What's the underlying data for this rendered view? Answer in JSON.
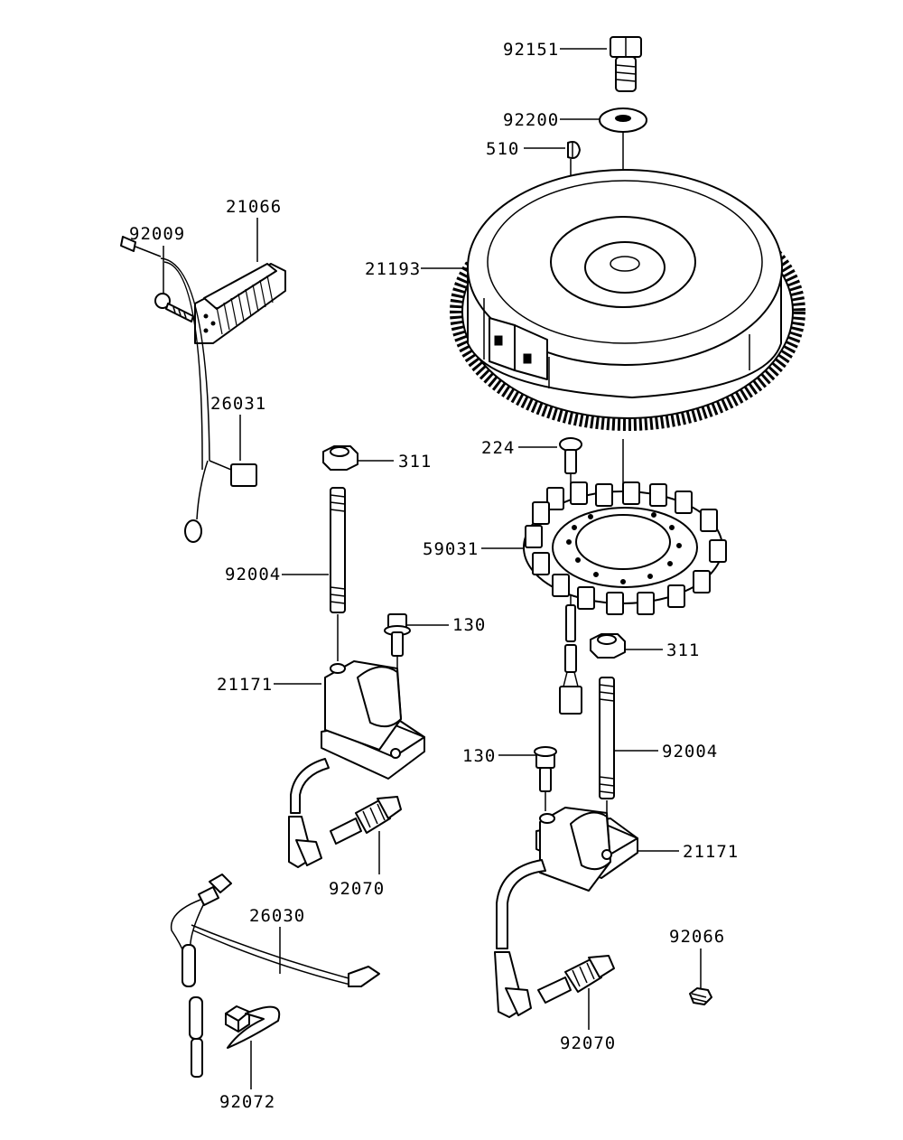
{
  "labels": {
    "bolt_top": "92151",
    "washer": "92200",
    "key": "510",
    "flywheel": "21193",
    "regulator": "21066",
    "regulator_screw": "92009",
    "harness_small": "26031",
    "nut_left": "311",
    "stud_left": "92004",
    "bolt_left": "130",
    "coil_left": "21171",
    "screw_stator": "224",
    "stator": "59031",
    "nut_right": "311",
    "bolt_right": "130",
    "stud_right": "92004",
    "coil_right": "21171",
    "plug_left": "92070",
    "harness_large": "26030",
    "cap_nut": "92066",
    "plug_right": "92070",
    "clamp": "92072"
  }
}
